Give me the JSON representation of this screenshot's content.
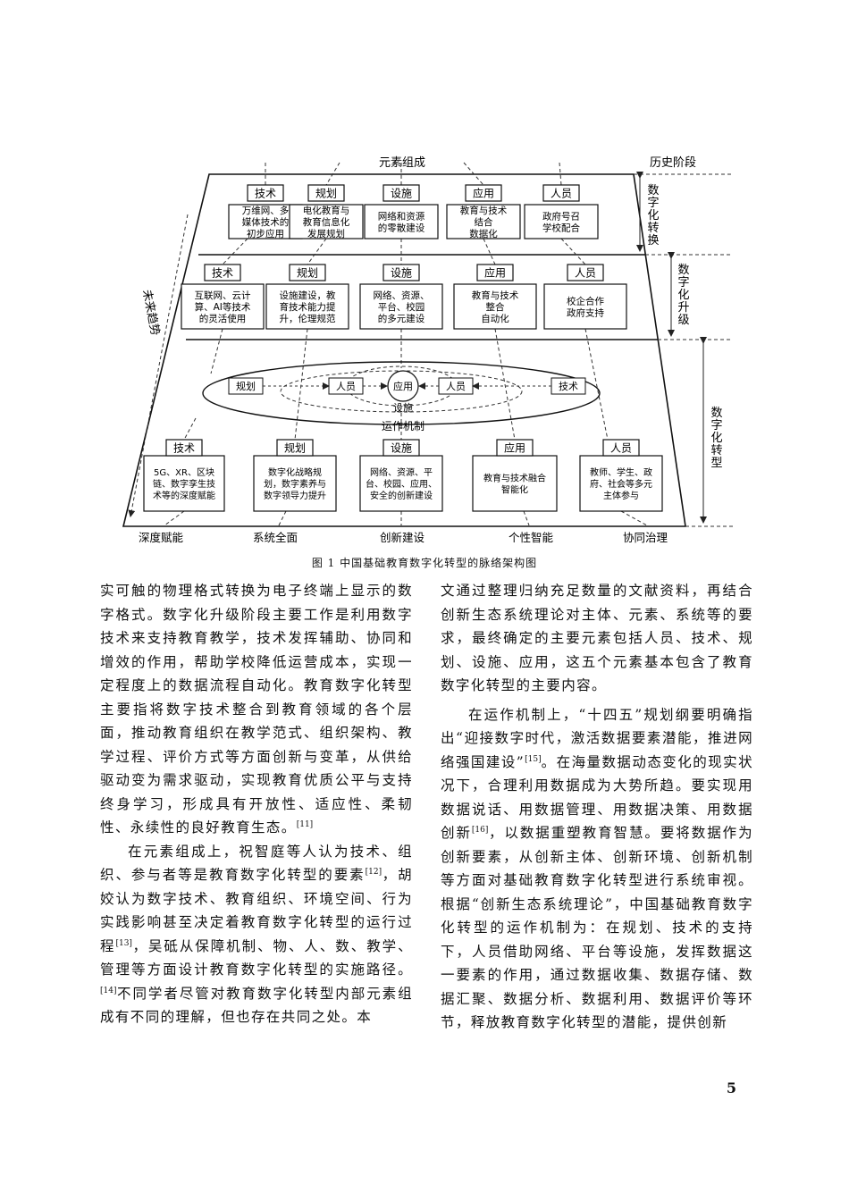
{
  "figure": {
    "caption": "图 1   中国基础教育数字化转型的脉络架构图",
    "top_label": "元素组成",
    "stage_label": "历史阶段",
    "trend_label": "未来趋势",
    "stages": [
      "数字化转换",
      "数字化升级",
      "数字化转型"
    ],
    "tier1": [
      {
        "title": "技术",
        "text": [
          "万维网、多",
          "媒体技术的",
          "初步应用"
        ]
      },
      {
        "title": "规划",
        "text": [
          "电化教育与",
          "教育信息化",
          "发展规划"
        ]
      },
      {
        "title": "设施",
        "text": [
          "网络和资源",
          "的零散建设"
        ]
      },
      {
        "title": "应用",
        "text": [
          "教育与技术",
          "结合",
          "数据化"
        ]
      },
      {
        "title": "人员",
        "text": [
          "政府号召",
          "学校配合"
        ]
      }
    ],
    "tier2": [
      {
        "title": "技术",
        "text": [
          "互联网、云计",
          "算、AI等技术",
          "的灵活使用"
        ]
      },
      {
        "title": "规划",
        "text": [
          "设施建设，教",
          "育技术能力提",
          "升，伦理规范"
        ]
      },
      {
        "title": "设施",
        "text": [
          "网络、资源、",
          "平台、校园",
          "的多元建设"
        ]
      },
      {
        "title": "应用",
        "text": [
          "教育与技术",
          "整合",
          "自动化"
        ]
      },
      {
        "title": "人员",
        "text": [
          "校企合作",
          "政府支持"
        ]
      }
    ],
    "mechanism": {
      "left": "规划",
      "right": "技术",
      "people_left": "人员",
      "center": "应用",
      "people_right": "人员",
      "facility": "设施",
      "label": "运作机制"
    },
    "tier3": [
      {
        "title": "技术",
        "text": [
          "5G、XR、区块",
          "链、数字孪生技",
          "术等的深度赋能"
        ]
      },
      {
        "title": "规划",
        "text": [
          "数字化战略规",
          "划，数字素养与",
          "数字领导力提升"
        ]
      },
      {
        "title": "设施",
        "text": [
          "网络、资源、平",
          "台、校园、应用、",
          "安全的创新建设"
        ]
      },
      {
        "title": "应用",
        "text": [
          "教育与技术融合",
          "智能化"
        ]
      },
      {
        "title": "人员",
        "text": [
          "教师、学生、政",
          "府、社会等多元",
          "主体参与"
        ]
      }
    ],
    "outputs": [
      "深度赋能",
      "系统全面",
      "创新建设",
      "个性智能",
      "协同治理"
    ]
  },
  "left_column": {
    "p1": "实可触的物理格式转换为电子终端上显示的数字格式。数字化升级阶段主要工作是利用数字技术来支持教育教学，技术发挥辅助、协同和增效的作用，帮助学校降低运营成本，实现一定程度上的数据流程自动化。教育数字化转型主要指将数字技术整合到教育领域的各个层面，推动教育组织在教学范式、组织架构、教学过程、评价方式等方面创新与变革，从供给驱动变为需求驱动，实现教育优质公平与支持终身学习，形成具有开放性、适应性、柔韧性、永续性的良好教育生态。",
    "ref11": "[11]",
    "p2a": "在元素组成上，祝智庭等人认为技术、组织、参与者等是教育数字化转型的要素",
    "ref12": "[12]",
    "p2b": "，胡姣认为数字技术、教育组织、环境空间、行为实践影响甚至决定着教育数字化转型的运行过程",
    "ref13": "[13]",
    "p2c": "，吴砥从保障机制、物、人、数、教学、管理等方面设计教育数字化转型的实施路径。",
    "ref14": "[14]",
    "p2d": "不同学者尽管对教育数字化转型内部元素组成有不同的理解，但也存在共同之处。本"
  },
  "right_column": {
    "p1": "文通过整理归纳充足数量的文献资料，再结合创新生态系统理论对主体、元素、系统等的要求，最终确定的主要元素包括人员、技术、规划、设施、应用，这五个元素基本包含了教育数字化转型的主要内容。",
    "p2a": "在运作机制上，“十四五”规划纲要明确指出“迎接数字时代，激活数据要素潜能，推进网络强国建设”",
    "ref15": "[15]",
    "p2b": "。在海量数据动态变化的现实状况下，合理利用数据成为大势所趋。要实现用数据说话、用数据管理、用数据决策、用数据创新",
    "ref16": "[16]",
    "p2c": "，以数据重塑教育智慧。要将数据作为创新要素，从创新主体、创新环境、创新机制等方面对基础教育数字化转型进行系统审视。根据“创新生态系统理论”，中国基础教育数字化转型的运作机制为：在规划、技术的支持下，人员借助网络、平台等设施，发挥数据这一要素的作用，通过数据收集、数据存储、数据汇聚、数据分析、数据利用、数据评价等环节，释放教育数字化转型的潜能，提供创新"
  },
  "page_number": "5"
}
